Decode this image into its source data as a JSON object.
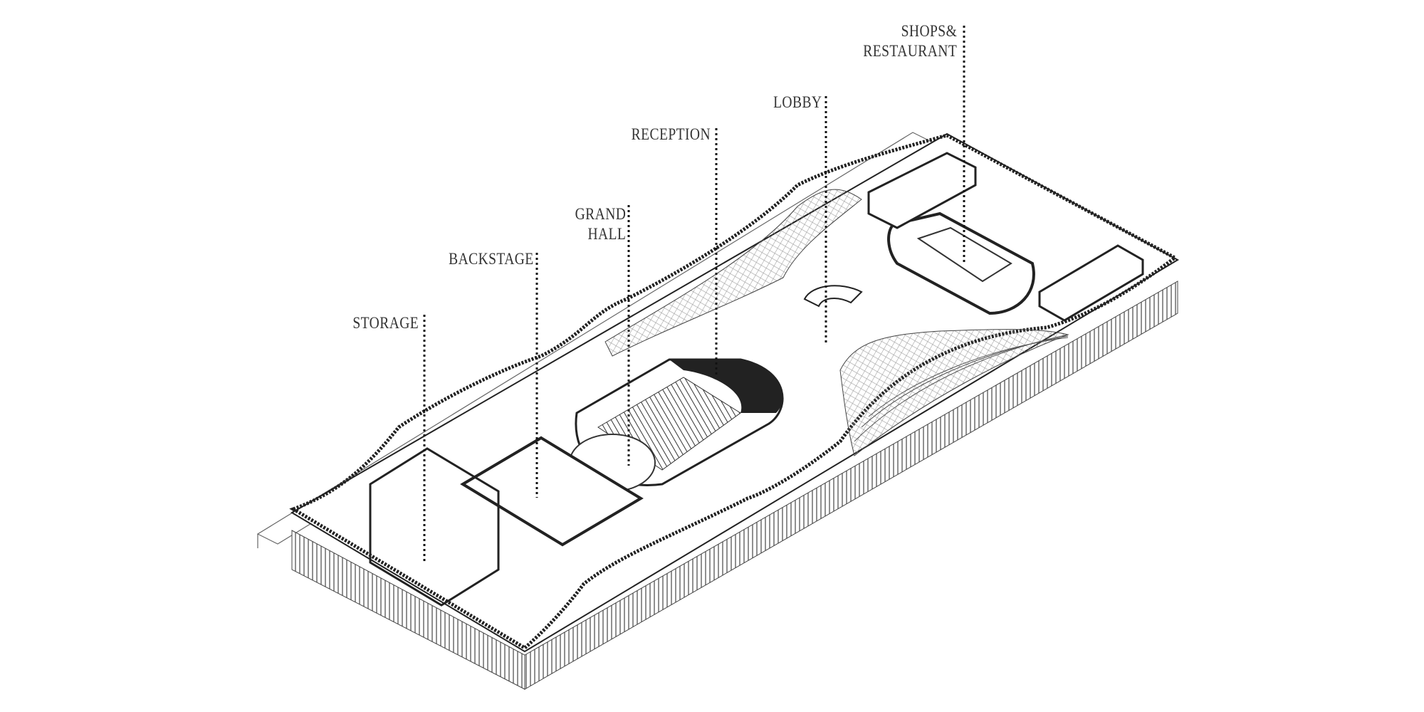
{
  "title": "Axonometric plan of cultural center",
  "labels": {
    "shops": [
      "SHOPS&",
      "RESTAURANT"
    ],
    "lobby": "LOBBY",
    "reception": "RECEPTION",
    "grand_hall": [
      "GRAND",
      "HALL"
    ],
    "backstage": "BACKSTAGE",
    "storage": "STORAGE"
  },
  "colors": {
    "ink": "#222222",
    "label": "#333333",
    "background": "#ffffff"
  }
}
